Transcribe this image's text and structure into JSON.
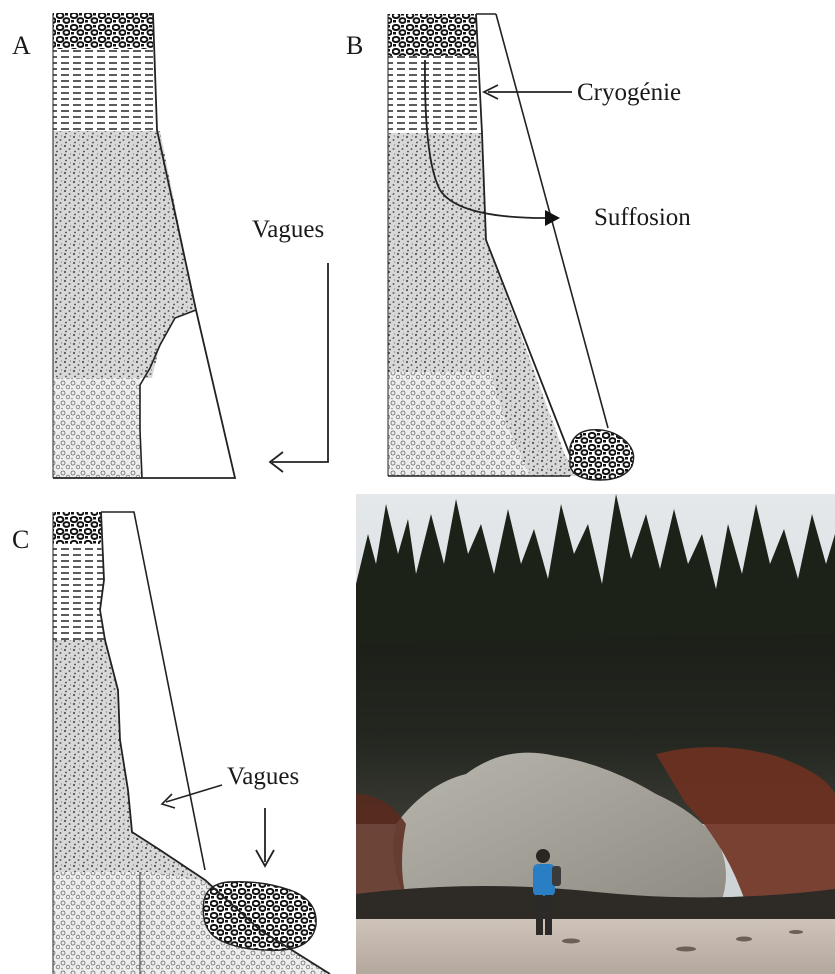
{
  "panels": {
    "a": {
      "letter": "A"
    },
    "b": {
      "letter": "B"
    },
    "c": {
      "letter": "C"
    }
  },
  "annotations": {
    "waves_a": "Vagues",
    "cryogenie": "Cryogénie",
    "suffosion": "Suffosion",
    "waves_c": "Vagues"
  },
  "colors": {
    "ink": "#1a1a1a",
    "forest": "#1c2218",
    "sky": "#d9dee2",
    "bluff_sand": "#a6a39a",
    "beach": "#bdb2a8",
    "red_sediment": "#8a3a22",
    "jacket": "#2a7fc4"
  },
  "icons": [
    "arrow-icon"
  ]
}
